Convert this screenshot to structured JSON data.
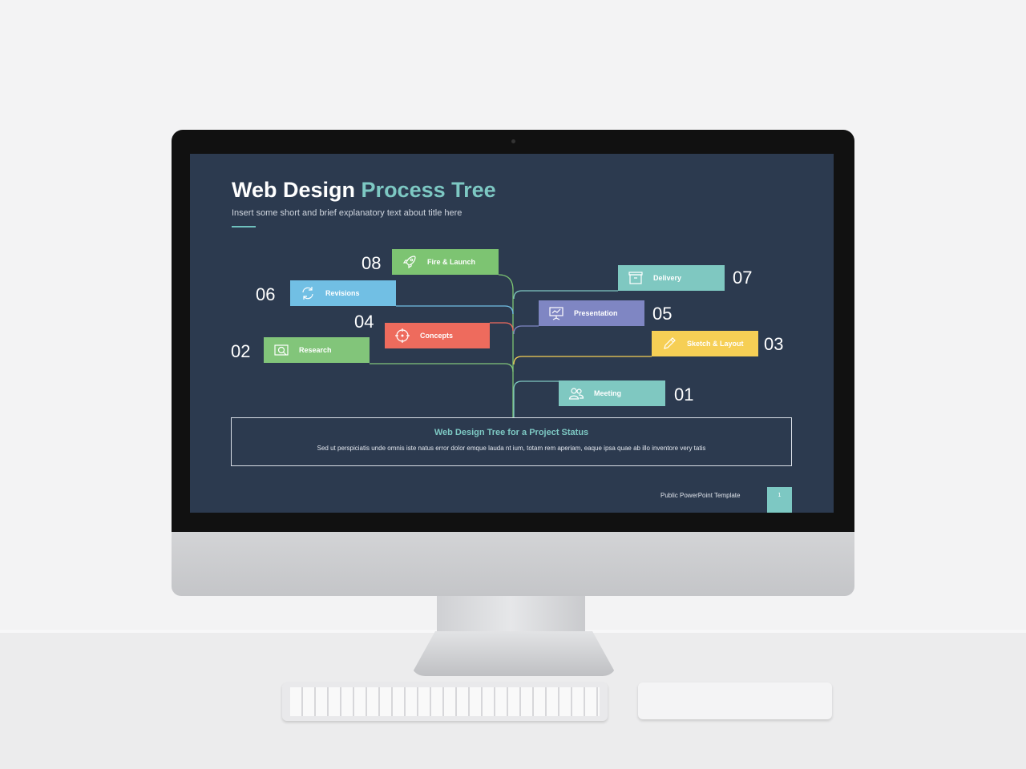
{
  "slide": {
    "title_part1": "Web Design",
    "title_part2": "Process Tree",
    "subtitle": "Insert some short and brief explanatory text about title here",
    "steps": [
      {
        "num": "01",
        "label": "Meeting",
        "icon": "people-icon",
        "color": "#7fc8c1"
      },
      {
        "num": "02",
        "label": "Research",
        "icon": "magnifier-icon",
        "color": "#82c57a"
      },
      {
        "num": "03",
        "label": "Sketch & Layout",
        "icon": "pencil-icon",
        "color": "#f6cf55"
      },
      {
        "num": "04",
        "label": "Concepts",
        "icon": "target-icon",
        "color": "#ee6b5d"
      },
      {
        "num": "05",
        "label": "Presentation",
        "icon": "projector-icon",
        "color": "#7f86c3"
      },
      {
        "num": "06",
        "label": "Revisions",
        "icon": "refresh-icon",
        "color": "#71bfe4"
      },
      {
        "num": "07",
        "label": "Delivery",
        "icon": "box-icon",
        "color": "#7fc8c1"
      },
      {
        "num": "08",
        "label": "Fire & Launch",
        "icon": "rocket-icon",
        "color": "#7dc472"
      }
    ],
    "status_title": "Web Design Tree for a Project Status",
    "status_text": "Sed ut perspiciatis unde omnis iste natus error dolor emque lauda nt ium, totam rem aperiam, eaque ipsa quae ab illo inventore very tatis",
    "footer": "Public PowerPoint Template",
    "page": "1"
  },
  "colors": {
    "background": "#2c3a4f",
    "accent": "#7dc8c3"
  }
}
